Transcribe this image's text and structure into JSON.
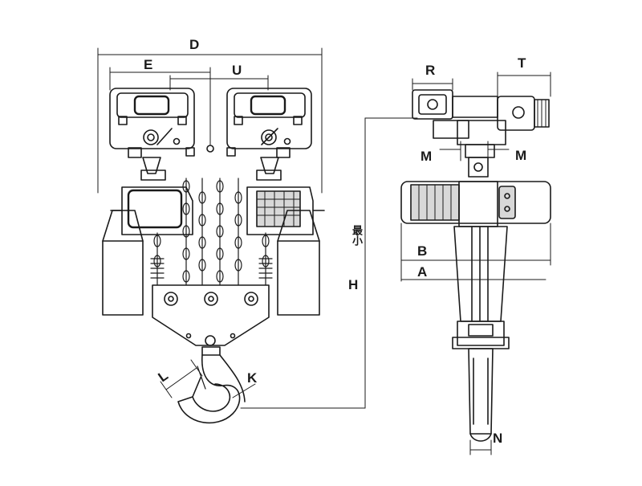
{
  "diagram": {
    "labels": {
      "D": "D",
      "E": "E",
      "U": "U",
      "R": "R",
      "T": "T",
      "M_left": "M",
      "M_right": "M",
      "B": "B",
      "A": "A",
      "H": "H",
      "min_note": "最小",
      "L": "L",
      "K": "K",
      "N": "N"
    },
    "colors": {
      "line": "#1a1a1a",
      "fill": "#ffffff",
      "shade": "#d8d8d8"
    }
  }
}
